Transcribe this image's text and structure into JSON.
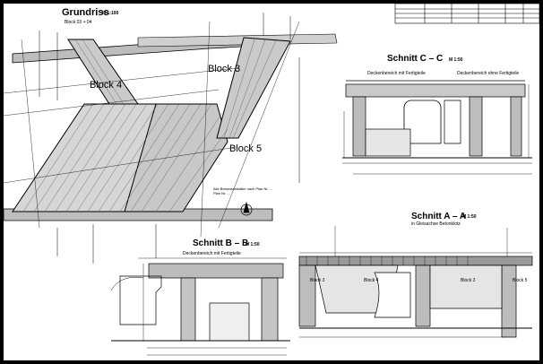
{
  "plan": {
    "title": "Grundriss",
    "scale": "M 1:100",
    "subtitle": "Block 03 + 04",
    "block_3": "Block 3",
    "block_4": "Block 4",
    "block_5": "Block 5",
    "note": "Alle Betonstahlstäbe nach Plan Nr. ... Plan Nr. ..."
  },
  "section_cc": {
    "title": "Schnitt C – C",
    "scale": "M 1:50",
    "left_caption": "Deckenbereich mit Fertigteile",
    "right_caption": "Deckenbereich ohne Fertigteile"
  },
  "section_aa": {
    "title": "Schnitt A – A",
    "scale": "M 1:50",
    "caption": "in Gleisachse Betonklotz",
    "block_3_left": "Block 3",
    "block_4": "Block 4",
    "block_3_right": "Block 3",
    "block_5": "Block 5"
  },
  "section_bb": {
    "title": "Schnitt B – B",
    "scale": "M 1:50",
    "caption": "Deckenbereich mit Fertigteile"
  }
}
